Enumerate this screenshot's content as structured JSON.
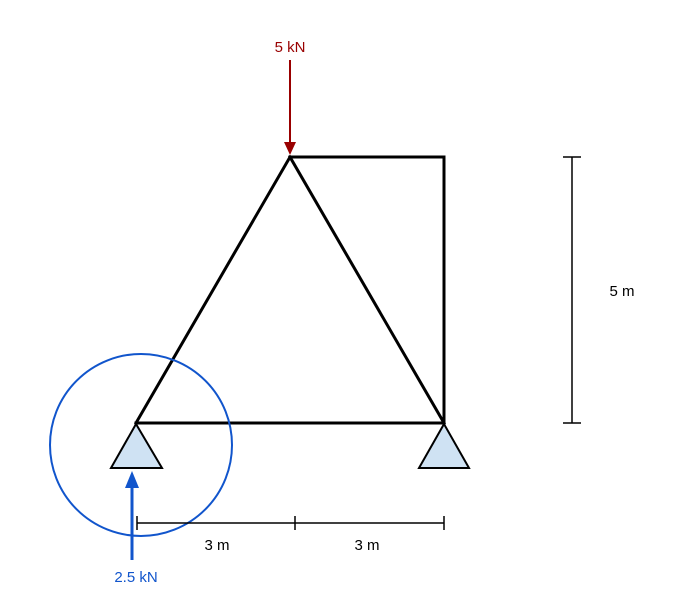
{
  "diagram": {
    "type": "truss",
    "colors": {
      "member": "#000000",
      "applied_load": "#990000",
      "reaction": "#1155cc",
      "support_fill": "#cfe2f3",
      "dimension": "#000000"
    },
    "applied_load": {
      "label": "5 kN",
      "direction": "down",
      "node": "apex"
    },
    "reaction": {
      "label": "2.5 kN",
      "direction": "up",
      "node": "left-support"
    },
    "dimensions": {
      "horizontal": [
        {
          "label": "3 m"
        },
        {
          "label": "3 m"
        }
      ],
      "vertical": {
        "label": "5 m"
      }
    },
    "supports": [
      {
        "name": "left-support",
        "type": "pin",
        "highlighted": true
      },
      {
        "name": "right-support",
        "type": "pin",
        "highlighted": false
      }
    ],
    "members": [
      {
        "from": "bottom-left",
        "to": "apex"
      },
      {
        "from": "apex",
        "to": "bottom-right"
      },
      {
        "from": "apex",
        "to": "top-right"
      },
      {
        "from": "top-right",
        "to": "bottom-right"
      },
      {
        "from": "bottom-left",
        "to": "bottom-right"
      }
    ]
  }
}
